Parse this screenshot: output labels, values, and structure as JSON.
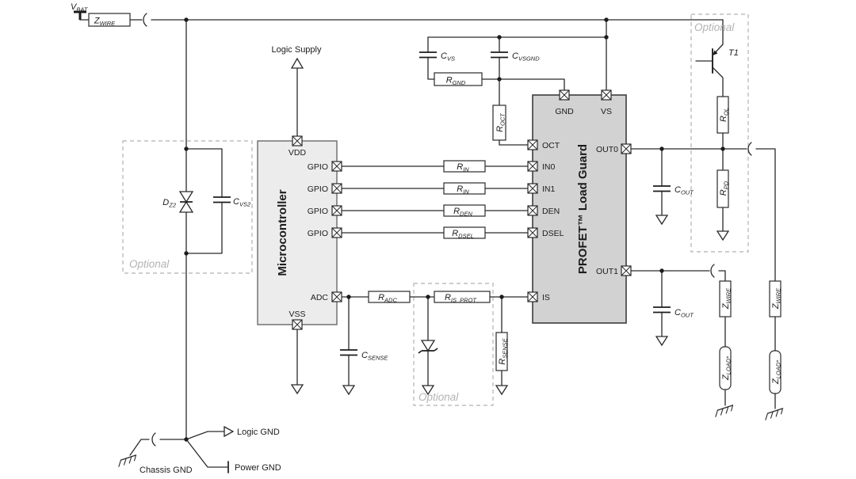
{
  "schematic": {
    "supply": {
      "vbat_m": "V",
      "vbat_s": "BAT",
      "logic_supply": "Logic Supply"
    },
    "mcu": {
      "title": "Microcontroller",
      "vdd": "VDD",
      "gpio": "GPIO",
      "adc": "ADC",
      "vss": "VSS"
    },
    "profet": {
      "title": "PROFET™ Load Guard",
      "gnd": "GND",
      "vs": "VS",
      "oct": "OCT",
      "in0": "IN0",
      "in1": "IN1",
      "den": "DEN",
      "dsel": "DSEL",
      "is": "IS",
      "out0": "OUT0",
      "out1": "OUT1"
    },
    "comp": {
      "zwire_m": "Z",
      "zwire_s": "WIRE",
      "zload_m": "Z",
      "zload_s": "LOAD*",
      "cvs_m": "C",
      "cvs_s": "VS",
      "cvsgnd_m": "C",
      "cvsgnd_s": "VSGND",
      "rgnd_m": "R",
      "rgnd_s": "GND",
      "roct_m": "R",
      "roct_s": "OCT",
      "dz2_m": "D",
      "dz2_s": "Z2",
      "cvs2_m": "C",
      "cvs2_s": "VS2",
      "rin_m": "R",
      "rin_s": "IN",
      "rden_m": "R",
      "rden_s": "DEN",
      "rdsel_m": "R",
      "rdsel_s": "DSEL",
      "radc_m": "R",
      "radc_s": "ADC",
      "risprot_m": "R",
      "risprot_s": "IS_PROT",
      "csense_m": "C",
      "csense_s": "SENSE",
      "rsense_m": "R",
      "rsense_s": "SENSE",
      "cout_m": "C",
      "cout_s": "OUT",
      "rol_m": "R",
      "rol_s": "OL",
      "rpd_m": "R",
      "rpd_s": "PD",
      "t1": "T1"
    },
    "gnd": {
      "chassis": "Chassis GND",
      "logic": "Logic GND",
      "power": "Power GND"
    },
    "optional": "Optional"
  }
}
